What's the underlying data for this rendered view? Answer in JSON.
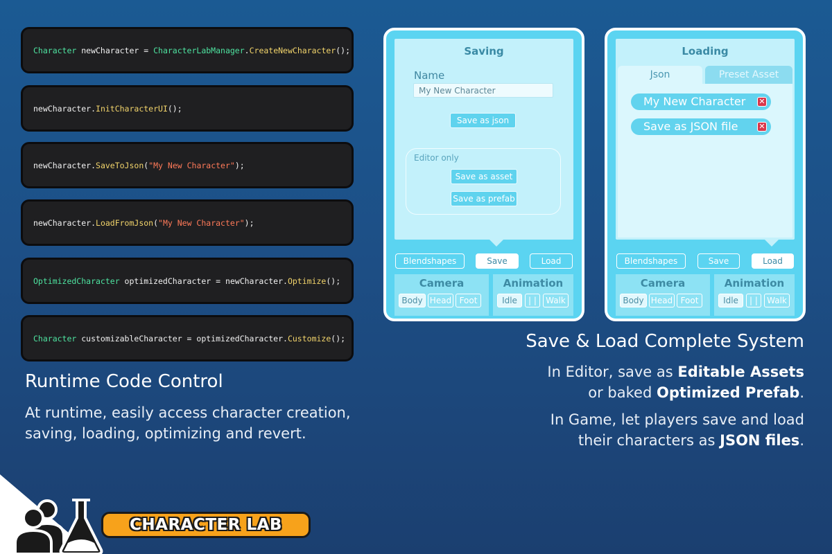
{
  "code_lines": [
    [
      {
        "t": "Character",
        "c": "tk-type"
      },
      {
        "t": " newCharacter = ",
        "c": "tk-plain"
      },
      {
        "t": "CharacterLabManager",
        "c": "tk-type"
      },
      {
        "t": ".",
        "c": "tk-plain"
      },
      {
        "t": "CreateNewCharacter",
        "c": "tk-call"
      },
      {
        "t": "();",
        "c": "tk-plain"
      }
    ],
    [
      {
        "t": "newCharacter.",
        "c": "tk-plain"
      },
      {
        "t": "InitCharacterUI",
        "c": "tk-call"
      },
      {
        "t": "();",
        "c": "tk-plain"
      }
    ],
    [
      {
        "t": "newCharacter.",
        "c": "tk-plain"
      },
      {
        "t": "SaveToJson",
        "c": "tk-call"
      },
      {
        "t": "(",
        "c": "tk-plain"
      },
      {
        "t": "\"My New Character\"",
        "c": "tk-str"
      },
      {
        "t": ");",
        "c": "tk-plain"
      }
    ],
    [
      {
        "t": "newCharacter.",
        "c": "tk-plain"
      },
      {
        "t": "LoadFromJson",
        "c": "tk-call"
      },
      {
        "t": "(",
        "c": "tk-plain"
      },
      {
        "t": "\"My New Character\"",
        "c": "tk-str"
      },
      {
        "t": ");",
        "c": "tk-plain"
      }
    ],
    [
      {
        "t": "OptimizedCharacter",
        "c": "tk-type"
      },
      {
        "t": " optimizedCharacter = newCharacter.",
        "c": "tk-plain"
      },
      {
        "t": "Optimize",
        "c": "tk-call"
      },
      {
        "t": "();",
        "c": "tk-plain"
      }
    ],
    [
      {
        "t": "Character",
        "c": "tk-type"
      },
      {
        "t": " customizableCharacter = optimizedCharacter.",
        "c": "tk-plain"
      },
      {
        "t": "Customize",
        "c": "tk-call"
      },
      {
        "t": "();",
        "c": "tk-plain"
      }
    ]
  ],
  "left": {
    "title": "Runtime Code Control",
    "desc": "At runtime, easily access character creation, saving, loading, optimizing and revert."
  },
  "right": {
    "title": "Save & Load Complete System",
    "p1": {
      "a": "In Editor, save as ",
      "b": "Editable Assets",
      "c": "or baked ",
      "d": "Optimized Prefab",
      "e": "."
    },
    "p2": {
      "a": "In Game, let players save and load",
      "b": "their characters as ",
      "c": "JSON files",
      "d": "."
    }
  },
  "saving_panel": {
    "heading": "Saving",
    "name_label": "Name",
    "name_value": "My New Character",
    "save_json": "Save as json",
    "editor_only": "Editor only",
    "save_asset": "Save as asset",
    "save_prefab": "Save as prefab"
  },
  "loading_panel": {
    "heading": "Loading",
    "tab_json": "Json",
    "tab_preset": "Preset Asset",
    "files": [
      "My New Character",
      "Save as JSON file"
    ]
  },
  "nav": {
    "blendshapes": "Blendshapes",
    "save": "Save",
    "load": "Load"
  },
  "camera": {
    "title": "Camera",
    "body": "Body",
    "head": "Head",
    "foot": "Foot"
  },
  "animation": {
    "title": "Animation",
    "idle": "Idle",
    "pause": "| |",
    "walk": "Walk"
  },
  "logo": {
    "text": "CHARACTER LAB"
  },
  "colors": {
    "panel": "#5bd4f1",
    "accent_orange": "#f7a21b",
    "code_bg": "#1f1f21"
  }
}
